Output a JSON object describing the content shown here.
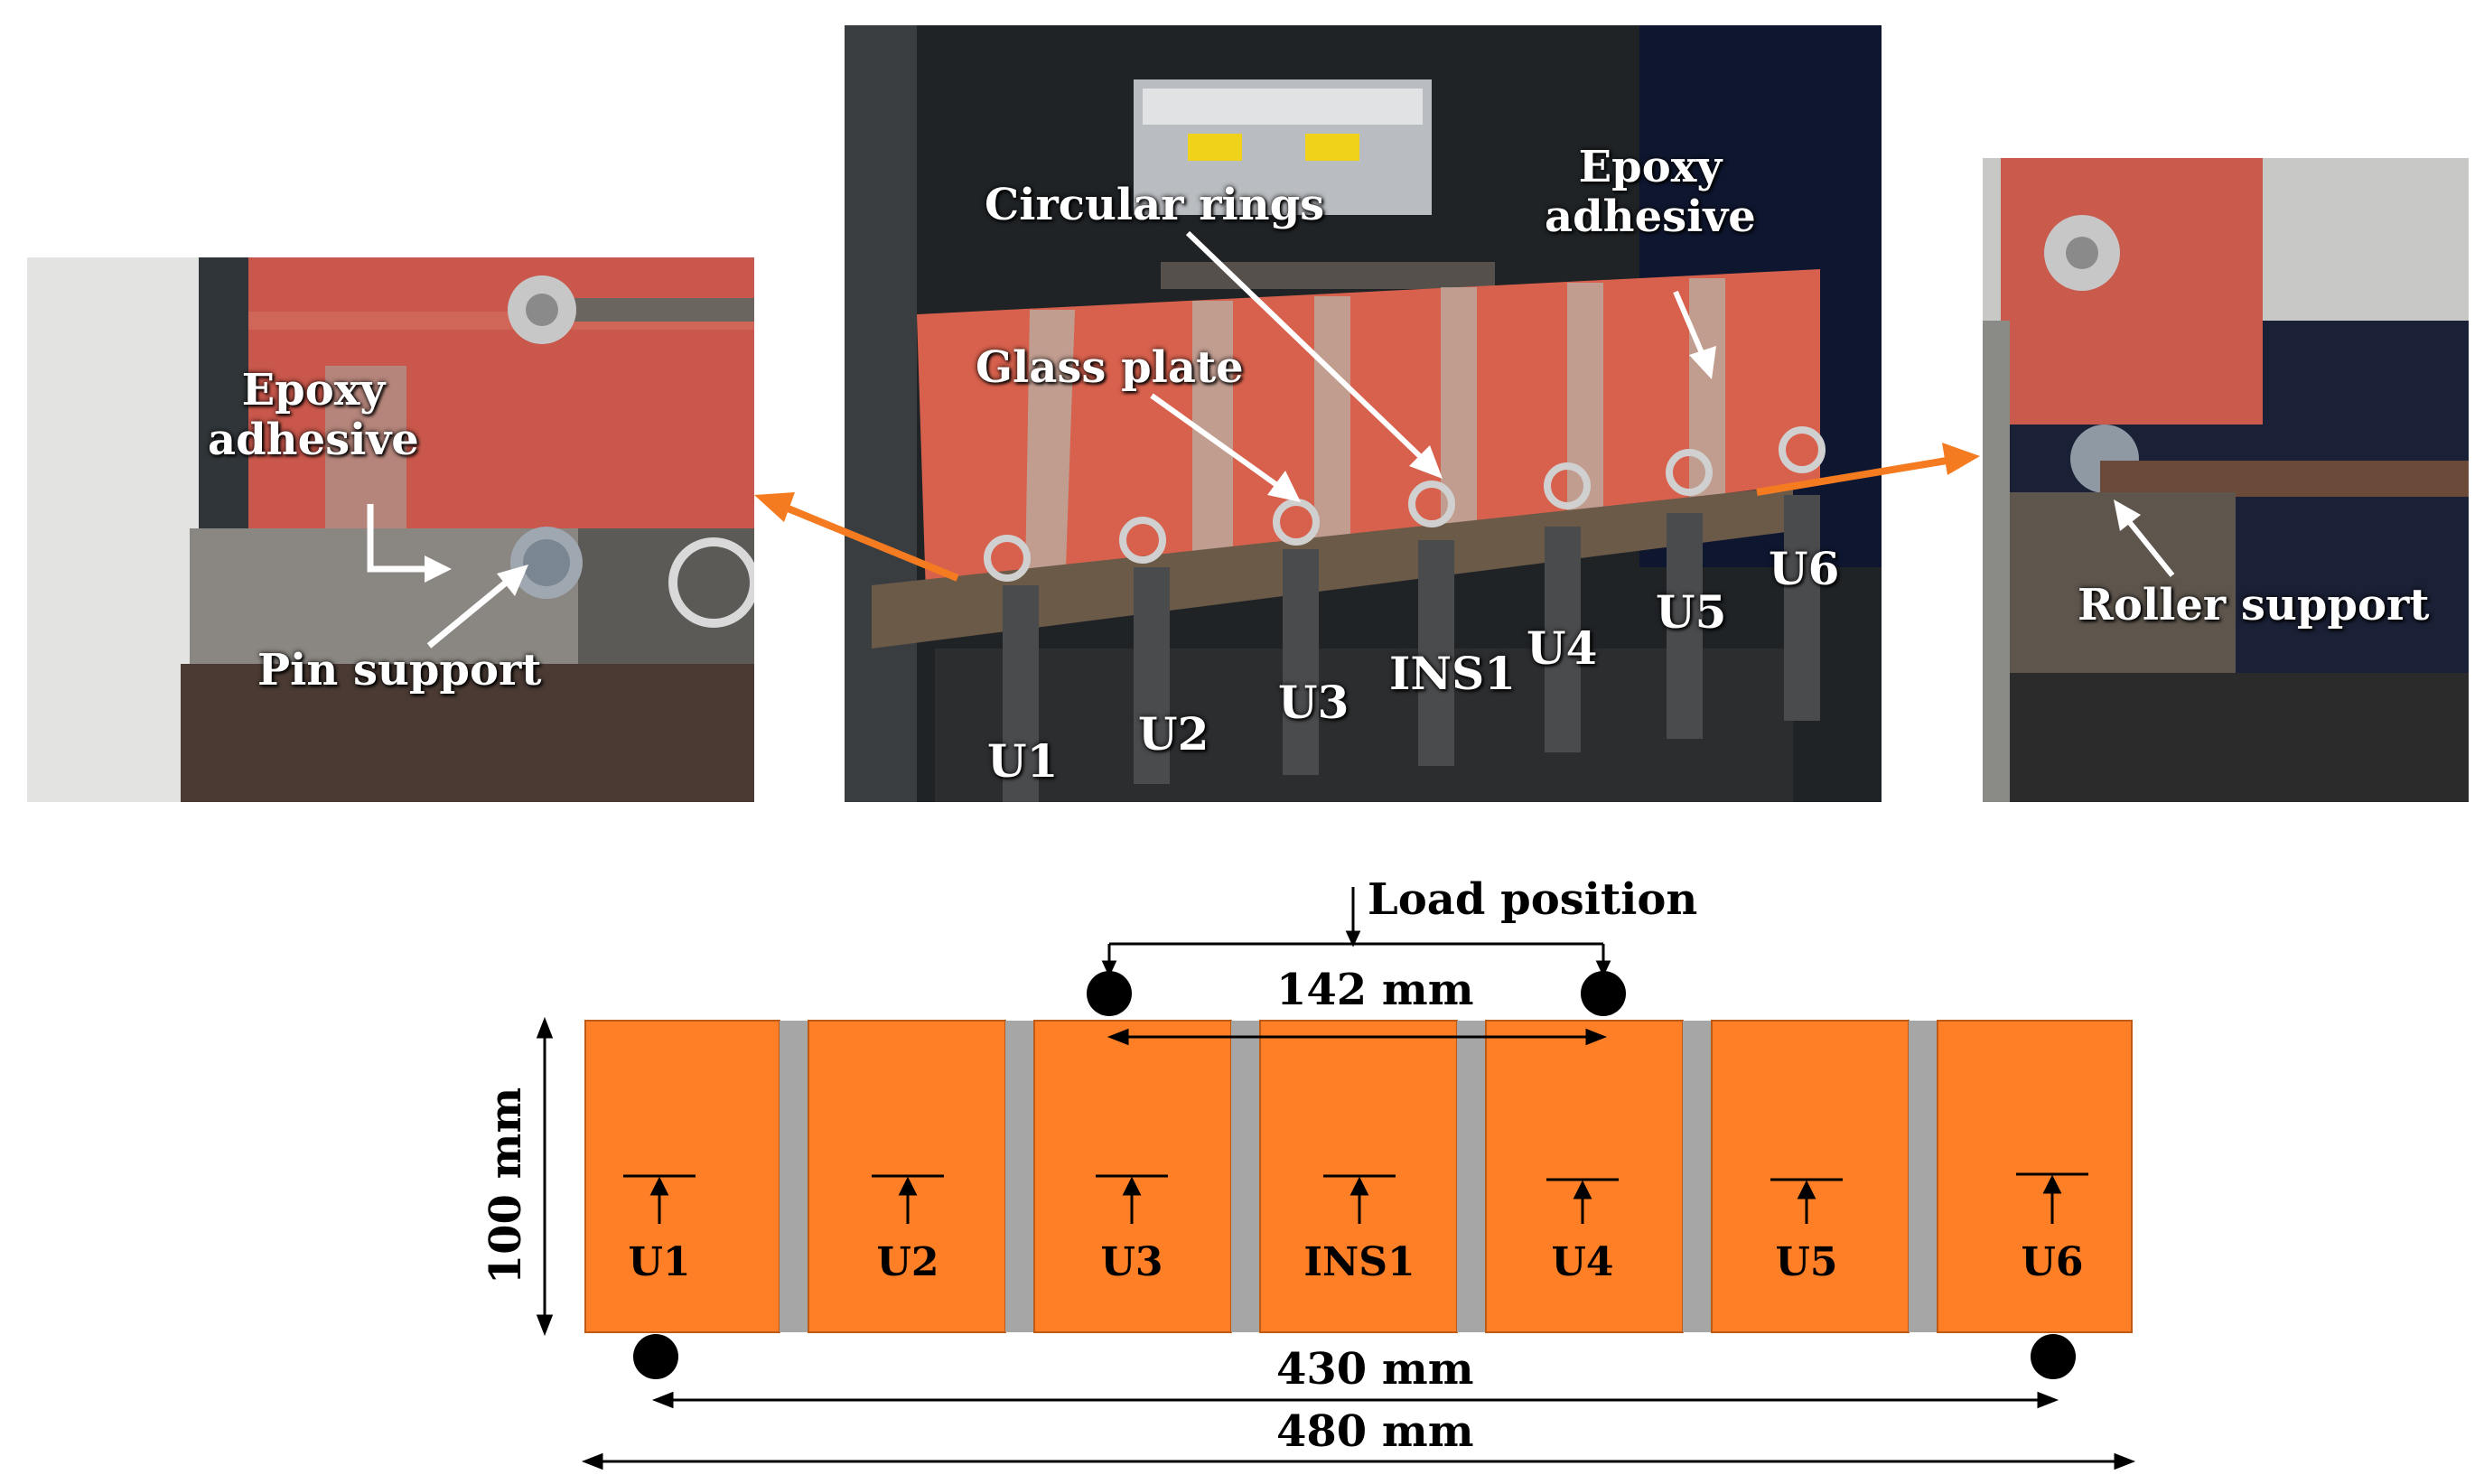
{
  "photos": {
    "left": {
      "epoxy_label": "Epoxy\nadhesive",
      "pin_label": "Pin support"
    },
    "center": {
      "circular_rings_label": "Circular rings",
      "epoxy_label": "Epoxy\nadhesive",
      "glass_plate_label": "Glass plate",
      "gauges": [
        "U1",
        "U2",
        "U3",
        "INS1",
        "U4",
        "U5",
        "U6"
      ]
    },
    "right": {
      "roller_label": "Roller support"
    }
  },
  "diagram": {
    "load_label": "Load position",
    "load_spacing": "142 mm",
    "height": "100 mm",
    "support_span": "430 mm",
    "total_length": "480 mm",
    "segments": [
      "U1",
      "U2",
      "U3",
      "INS1",
      "U4",
      "U5",
      "U6"
    ],
    "colors": {
      "segment": "#ff7f27",
      "joint": "#a6a6a6",
      "arrow": "#f47b20"
    }
  }
}
